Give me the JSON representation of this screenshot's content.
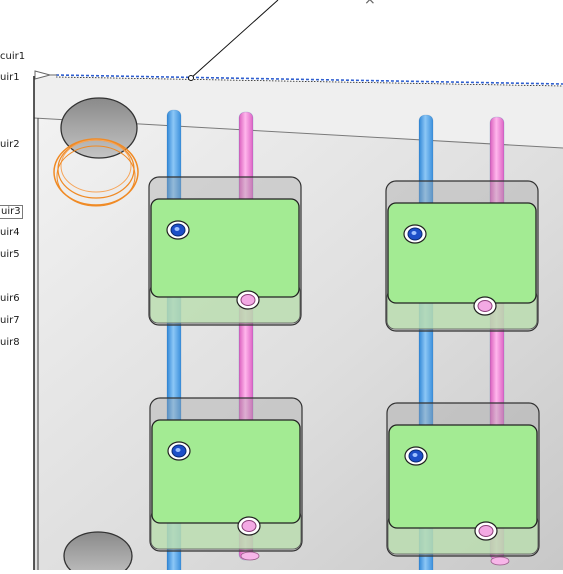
{
  "app": {
    "view": "3d-cad-viewport"
  },
  "tree": {
    "items": [
      {
        "label": "cuir1",
        "selected": false
      },
      {
        "label": "uir1",
        "selected": false
      },
      {
        "label": "uir2",
        "selected": false
      },
      {
        "label": "uir3",
        "selected": true
      },
      {
        "label": "uir4",
        "selected": false
      },
      {
        "label": "uir5",
        "selected": false
      },
      {
        "label": "uir6",
        "selected": false
      },
      {
        "label": "uir7",
        "selected": false
      },
      {
        "label": "uir8",
        "selected": false
      }
    ]
  },
  "scene": {
    "plate_color": "#dcdcdc",
    "block_face_color": "#a3eb93",
    "block_frame_color": "#c9dfc2",
    "blue_pin_color": "#56a8ec",
    "pink_pin_color": "#f080d6",
    "selection_color": "#f08a24",
    "dimension_color": "#2f5fd0",
    "close_glyph": "×"
  }
}
